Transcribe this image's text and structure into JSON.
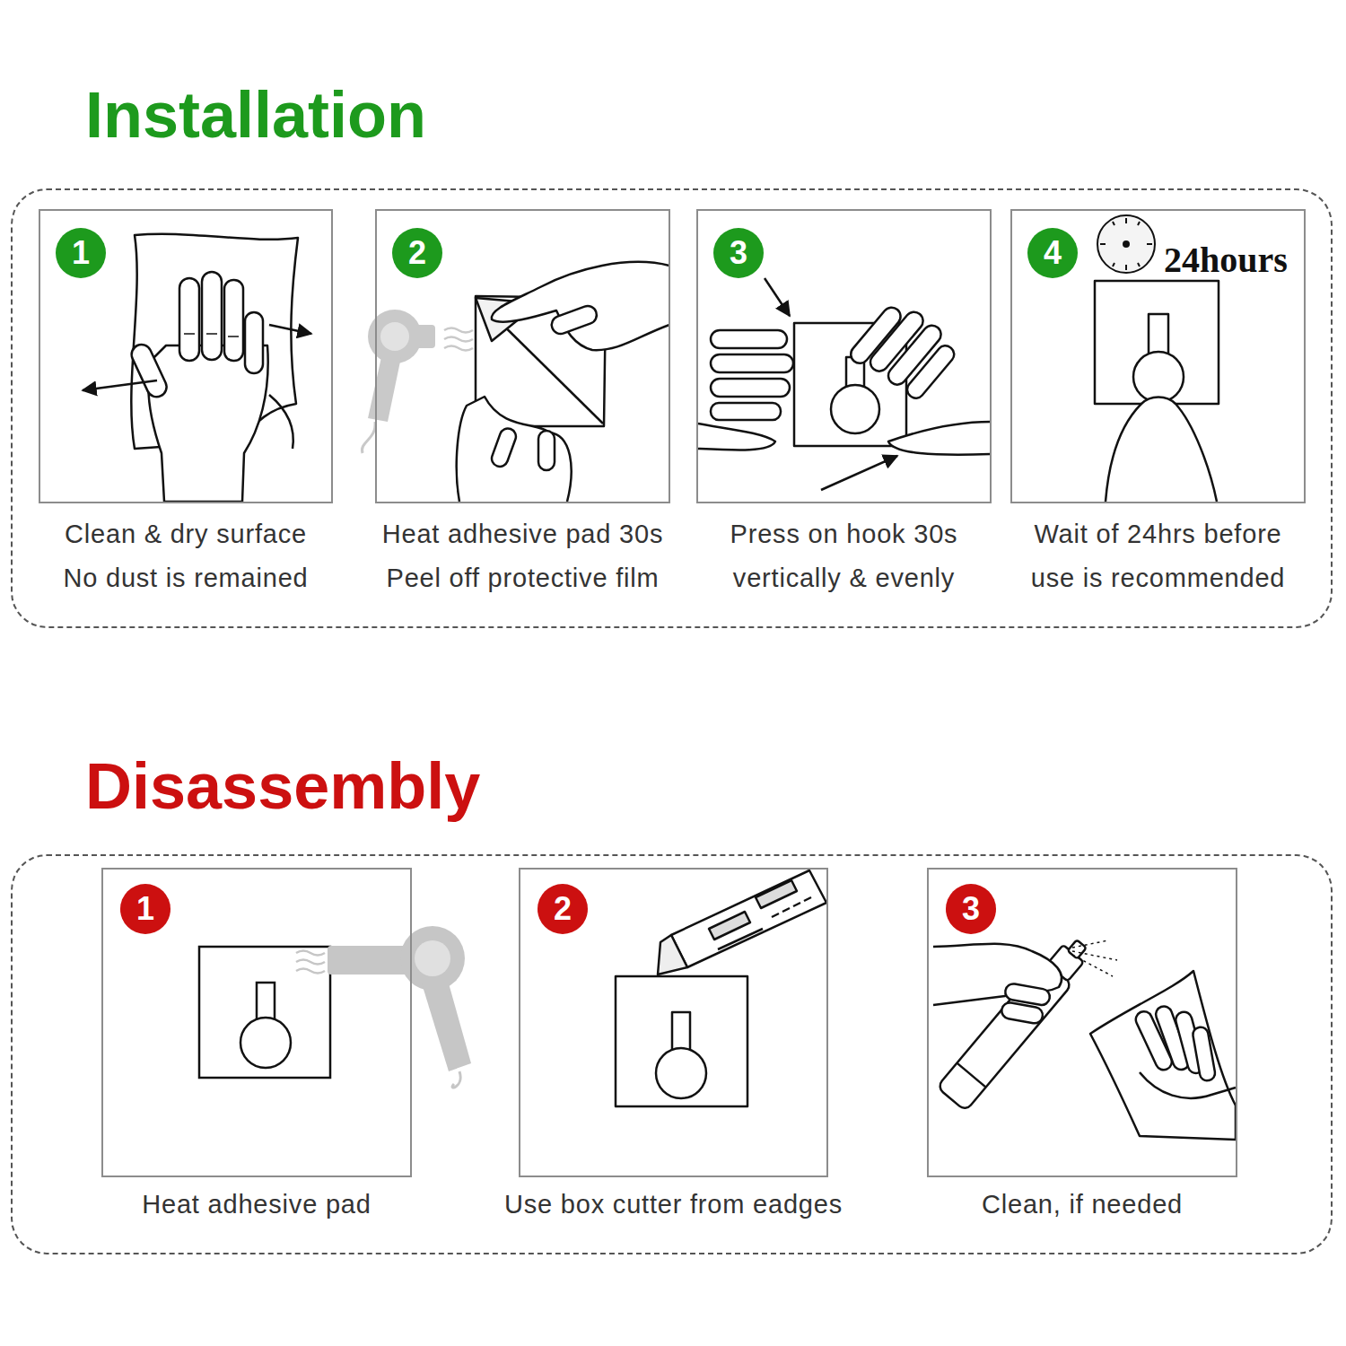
{
  "diagram": {
    "nodes": [
      {
        "text": [
          "Installation"
        ]
      },
      {
        "text": [
          "1",
          "Clean & dry surface",
          "No dust is remained"
        ],
        "in": 0
      },
      {
        "text": [
          "2",
          "Heat adhesive pad 30s",
          "Peel off protective film"
        ],
        "in": 0
      },
      {
        "text": [
          "3",
          "Press on hook 30s",
          "vertically & evenly"
        ],
        "in": 0
      },
      {
        "text": [
          "4",
          "24hours",
          "Wait of 24hrs before",
          "use is recommended"
        ],
        "in": 0
      },
      {
        "text": [
          "Disassembly"
        ]
      },
      {
        "text": [
          "1",
          "Heat adhesive pad"
        ],
        "in": 5
      },
      {
        "text": [
          "2",
          "Use box cutter from eadges"
        ],
        "in": 5
      },
      {
        "text": [
          "3",
          "Clean, if needed"
        ],
        "in": 5
      }
    ]
  }
}
